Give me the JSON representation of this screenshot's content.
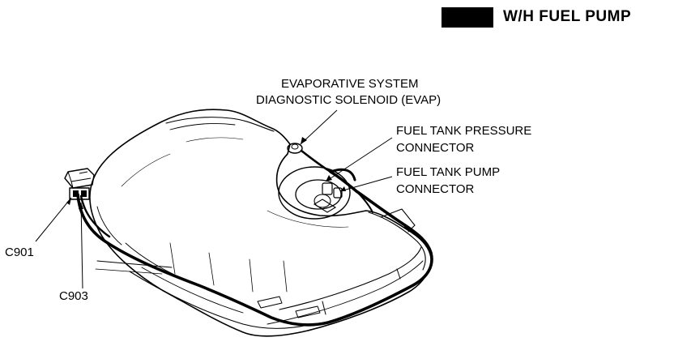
{
  "header": {
    "title": "W/H FUEL PUMP"
  },
  "labels": {
    "evap_line1": "EVAPORATIVE SYSTEM",
    "evap_line2": "DIAGNOSTIC SOLENOID (EVAP)",
    "pressure_line1": "FUEL TANK PRESSURE",
    "pressure_line2": "CONNECTOR",
    "pump_line1": "FUEL TANK PUMP",
    "pump_line2": "CONNECTOR",
    "c901": "C901",
    "c903": "C903"
  },
  "colors": {
    "ink": "#000000",
    "paper": "#ffffff"
  }
}
